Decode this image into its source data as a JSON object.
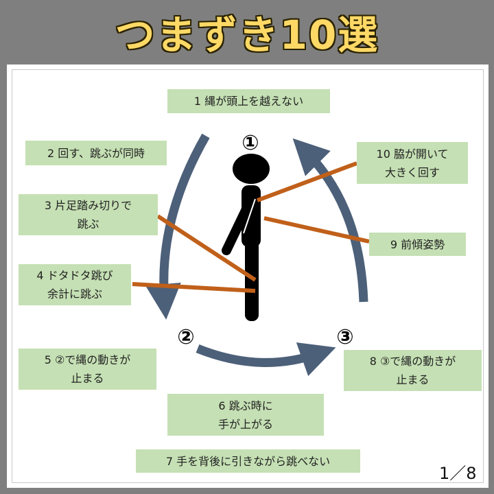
{
  "title": "つまずき10選",
  "markers": {
    "one": "①",
    "two": "②",
    "three": "③"
  },
  "items": [
    {
      "lines": [
        "1 縄が頭上を越えない"
      ]
    },
    {
      "lines": [
        "2 回す、跳ぶが同時"
      ]
    },
    {
      "lines": [
        "3 片足踏み切りで",
        "跳ぶ"
      ]
    },
    {
      "lines": [
        "4 ドタドタ跳び",
        "余計に跳ぶ"
      ]
    },
    {
      "lines": [
        "5 ②で縄の動きが",
        "止まる"
      ]
    },
    {
      "lines": [
        "6 跳ぶ時に",
        "手が上がる"
      ]
    },
    {
      "lines": [
        "7 手を背後に引きながら跳べない"
      ]
    },
    {
      "lines": [
        "8 ③で縄の動きが",
        "止まる"
      ]
    },
    {
      "lines": [
        "9 前傾姿勢"
      ]
    },
    {
      "lines": [
        "10 脇が開いて",
        "大きく回す"
      ]
    }
  ],
  "page_indicator": "1／8",
  "colors": {
    "background": "#7f7f7f",
    "title": "#ffd966",
    "box": "#c5e0b4",
    "rope": "#4d6079",
    "pointer": "#c0601a"
  }
}
